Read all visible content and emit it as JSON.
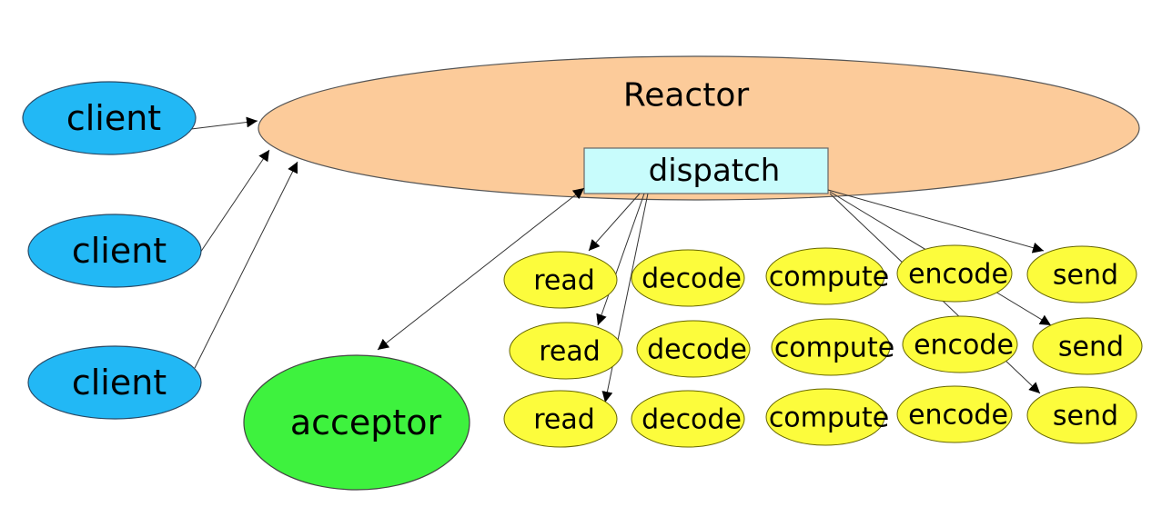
{
  "colors": {
    "client": "#22b8f5",
    "reactor": "#fccb9a",
    "dispatch": "#c8fcfc",
    "acceptor": "#3ef23e",
    "handler": "#fcfc3c",
    "stroke": "#444444"
  },
  "reactor": {
    "label": "Reactor"
  },
  "dispatch": {
    "label": "dispatch"
  },
  "acceptor": {
    "label": "acceptor"
  },
  "clients": [
    {
      "label": "client"
    },
    {
      "label": "client"
    },
    {
      "label": "client"
    }
  ],
  "handler_rows": [
    {
      "stages": [
        "read",
        "decode",
        "compute",
        "encode",
        "send"
      ]
    },
    {
      "stages": [
        "read",
        "decode",
        "compute",
        "encode",
        "send"
      ]
    },
    {
      "stages": [
        "read",
        "decode",
        "compute",
        "encode",
        "send"
      ]
    }
  ],
  "edges": [
    {
      "from": "client-1",
      "to": "reactor"
    },
    {
      "from": "client-2",
      "to": "reactor"
    },
    {
      "from": "client-3",
      "to": "reactor"
    },
    {
      "from": "dispatch",
      "to": "acceptor",
      "bidirectional": true
    },
    {
      "from": "dispatch",
      "to": "read-1"
    },
    {
      "from": "dispatch",
      "to": "read-2"
    },
    {
      "from": "dispatch",
      "to": "read-3"
    },
    {
      "from": "dispatch",
      "to": "send-1"
    },
    {
      "from": "dispatch",
      "to": "send-2"
    },
    {
      "from": "dispatch",
      "to": "send-3"
    }
  ]
}
